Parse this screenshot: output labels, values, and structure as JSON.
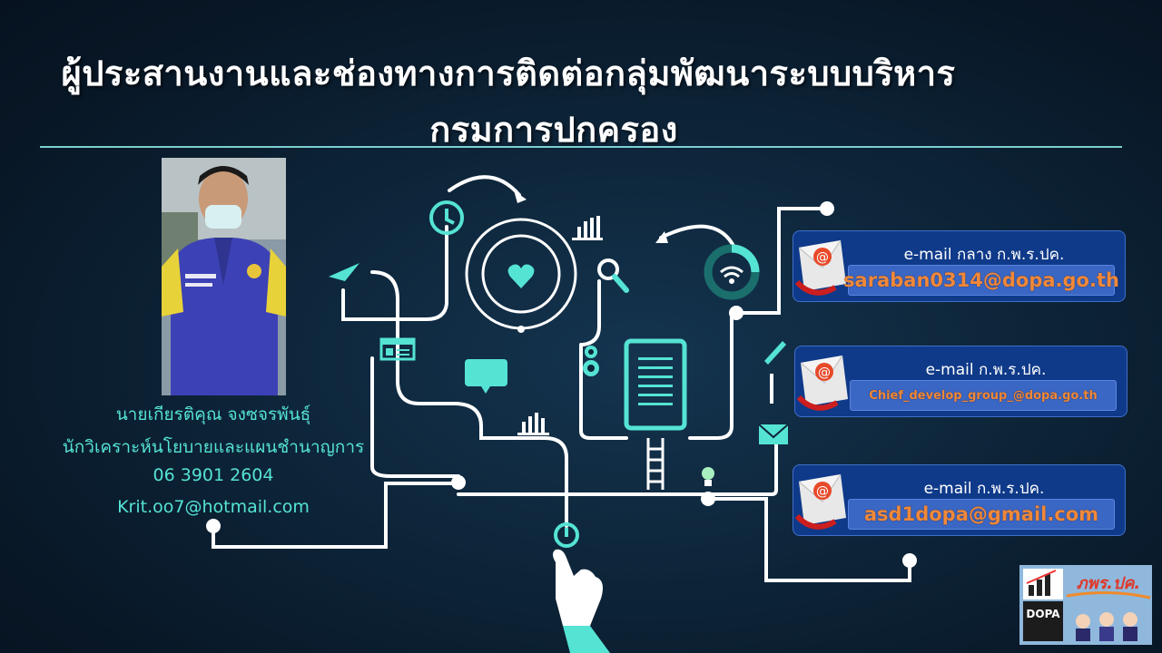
{
  "title": {
    "line1": "ผู้ประสานงานและช่องทางการติดต่อกลุ่มพัฒนาระบบบริหาร",
    "line2": "กรมการปกครอง"
  },
  "person": {
    "name": "นายเกียรติคุณ  จงซจรพันธุ์",
    "position": "นักวิเคราะห์นโยบายและแผนชำนาญการ",
    "phone": "06  3901  2604",
    "email": "Krit.oo7@hotmail.com"
  },
  "emails": [
    {
      "label": "e-mail  กลาง  ก.พ.ร.ปค.",
      "address": "saraban0314@dopa.go.th"
    },
    {
      "label": "e-mail  ก.พ.ร.ปค.",
      "address": "Chief_develop_group_@dopa.go.th"
    },
    {
      "label": "e-mail  ก.พ.ร.ปค.",
      "address": "asd1dopa@gmail.com"
    }
  ],
  "logo": {
    "text": "DOPA",
    "script_text": "ภพร.ปค."
  },
  "colors": {
    "accent": "#55e3d4",
    "line": "#ffffff",
    "card": "#0f3a8a",
    "email_text": "#f0883a"
  }
}
